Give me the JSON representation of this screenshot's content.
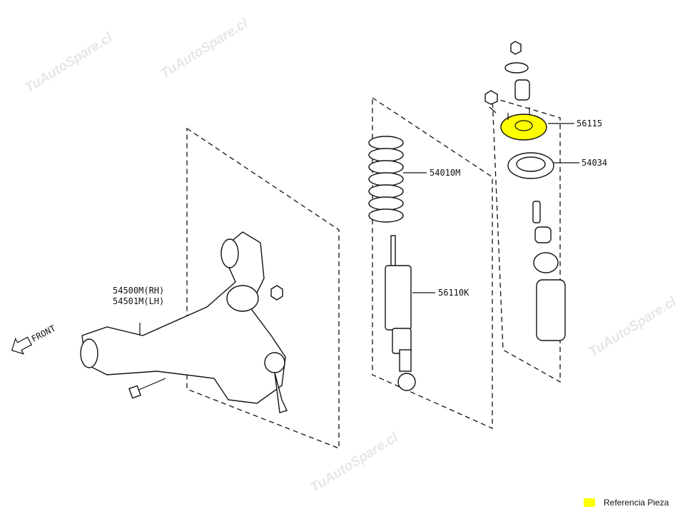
{
  "watermark": "TuAutoSpare.cl",
  "parts": {
    "upper_mount": "56115",
    "mount_seat": "54034",
    "coil_spring": "54010M",
    "shock_absorber": "56110K",
    "control_arm_rh": "54500M(RH)",
    "control_arm_lh": "54501M(LH)"
  },
  "front_label": "FRONT",
  "legend": {
    "label": "Referencia Pieza",
    "color": "#ffff00"
  },
  "highlight_color": "#ffff00"
}
